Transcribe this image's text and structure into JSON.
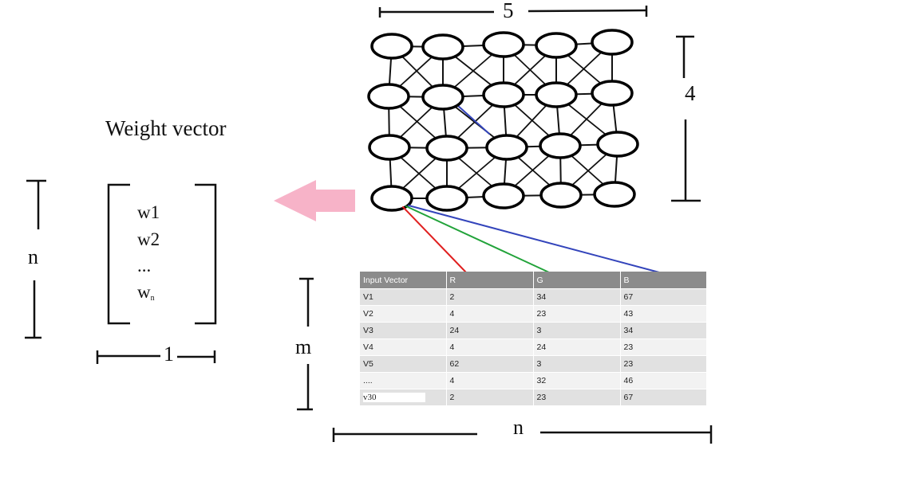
{
  "weight_vector": {
    "title": "Weight vector",
    "entries": [
      "w1",
      "w2",
      "...",
      "w"
    ],
    "last_entry_subscript": "n"
  },
  "dimensions": {
    "grid_columns": "5",
    "grid_rows": "4",
    "vector_rows": "n",
    "vector_cols": "1",
    "table_rows": "m",
    "table_cols": "n"
  },
  "table": {
    "headers": [
      "Input Vector",
      "R",
      "G",
      "B"
    ],
    "rows": [
      [
        "V1",
        "2",
        "34",
        "67"
      ],
      [
        "V2",
        "4",
        "23",
        "43"
      ],
      [
        "V3",
        "24",
        "3",
        "34"
      ],
      [
        "V4",
        "4",
        "24",
        "23"
      ],
      [
        "V5",
        "62",
        "3",
        "23"
      ],
      [
        "....",
        "4",
        "32",
        "46"
      ],
      [
        "v30",
        "2",
        "23",
        "67"
      ]
    ]
  },
  "colors": {
    "arrow": "#f7b3c8",
    "red_link": "#e02020",
    "green_link": "#22a33a",
    "blue_link": "#3344bb",
    "table_header": "#8b8b8b"
  },
  "icons": [
    "left-arrow-icon"
  ]
}
